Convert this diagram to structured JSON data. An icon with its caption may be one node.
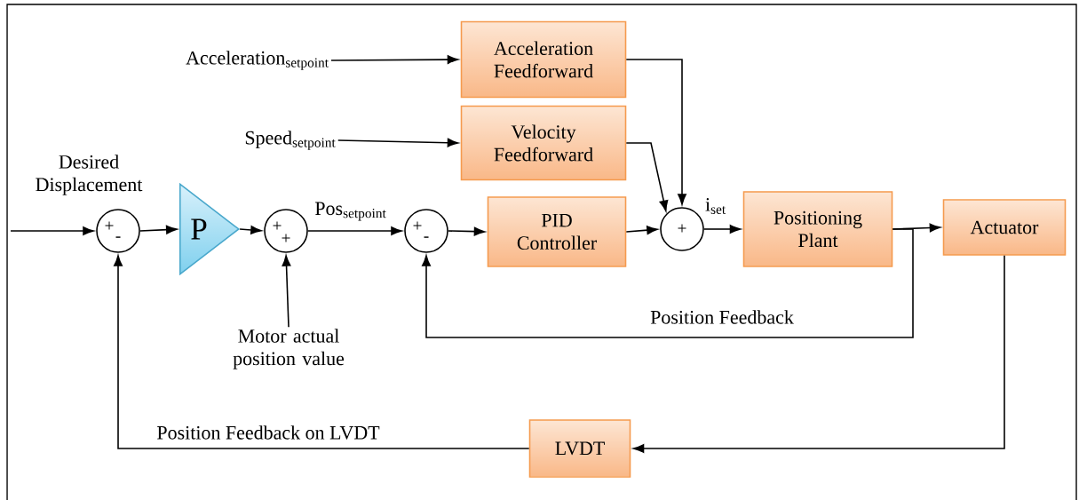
{
  "diagram": {
    "nodes": [
      {
        "text": [
          "Acceleration$_{setpoint}$"
        ]
      },
      {
        "text": [
          "Acceleration Feedforward"
        ]
      },
      {
        "text": [
          "Speed$_{setpoint}$"
        ]
      },
      {
        "text": [
          "Velocity Feedforward"
        ]
      },
      {
        "text": [
          "+",
          "-"
        ]
      },
      {
        "text": [
          "P"
        ]
      },
      {
        "text": [
          "+",
          "+"
        ]
      },
      {
        "text": [
          "+",
          "-"
        ]
      },
      {
        "text": [
          "PID Controller"
        ]
      },
      {
        "text": [
          "+"
        ]
      },
      {
        "text": [
          "Positioning Plant"
        ]
      },
      {
        "text": [
          "Actuator"
        ]
      },
      {
        "text": [
          "Motor actual position value"
        ]
      },
      {
        "text": [
          "LVDT"
        ]
      }
    ],
    "edges": [
      {
        "from": 0,
        "to": 1,
        "arrow": "to"
      },
      {
        "from": 2,
        "to": 3,
        "arrow": "to"
      },
      {
        "from": null,
        "to": 4,
        "arrow": "to"
      },
      {
        "from": 4,
        "to": 5,
        "arrow": "to"
      },
      {
        "from": 5,
        "to": 6,
        "arrow": "to"
      },
      {
        "from": 12,
        "to": 6,
        "arrow": "to"
      },
      {
        "from": 6,
        "to": 7,
        "arrow": "to",
        "label": "Pos$_{setpoint}$"
      },
      {
        "from": 7,
        "to": 8,
        "arrow": "to"
      },
      {
        "from": 8,
        "to": 9,
        "arrow": "to"
      },
      {
        "from": 1,
        "to": 9,
        "arrow": "to"
      },
      {
        "from": 3,
        "to": 9,
        "arrow": "to"
      },
      {
        "from": 9,
        "to": 10,
        "arrow": "to",
        "label": "i$_{set}$"
      },
      {
        "from": 10,
        "to": 11,
        "arrow": "to"
      },
      {
        "from": 10,
        "to": 7,
        "arrow": "to",
        "label": "Position Feedback"
      },
      {
        "from": 11,
        "to": 13,
        "arrow": "to"
      },
      {
        "from": 13,
        "to": 4,
        "arrow": "to",
        "label": "Position Feedback on LVDT"
      }
    ],
    "labels": [
      "Desired Displacement"
    ]
  }
}
